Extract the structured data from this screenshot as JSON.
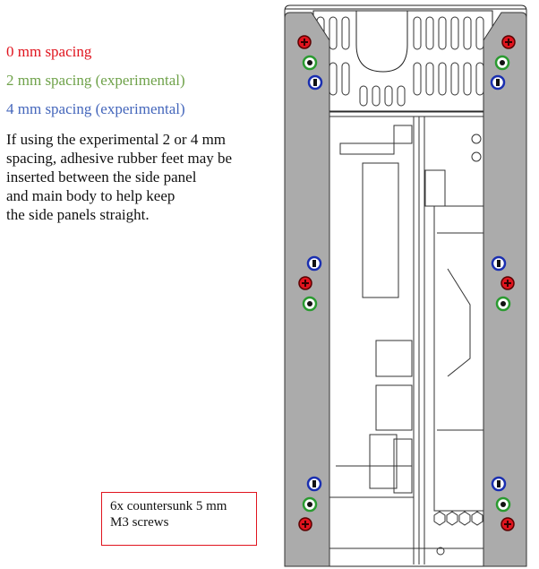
{
  "legend": {
    "spacing_0": "0 mm spacing",
    "spacing_2": "2 mm spacing (experimental)",
    "spacing_4": "4 mm spacing (experimental)"
  },
  "note": {
    "lines": [
      "If using the experimental 2 or 4 mm",
      "spacing, adhesive rubber feet may be",
      "inserted between the side panel",
      "and main body to help keep",
      "the side panels straight."
    ]
  },
  "callout": {
    "line1": "6x countersunk 5 mm",
    "line2": "M3 screws"
  },
  "colors": {
    "spacing_0": "#e0141e",
    "spacing_2": "#3aa035",
    "spacing_4": "#1a2fb0",
    "panel": "#ababab"
  }
}
